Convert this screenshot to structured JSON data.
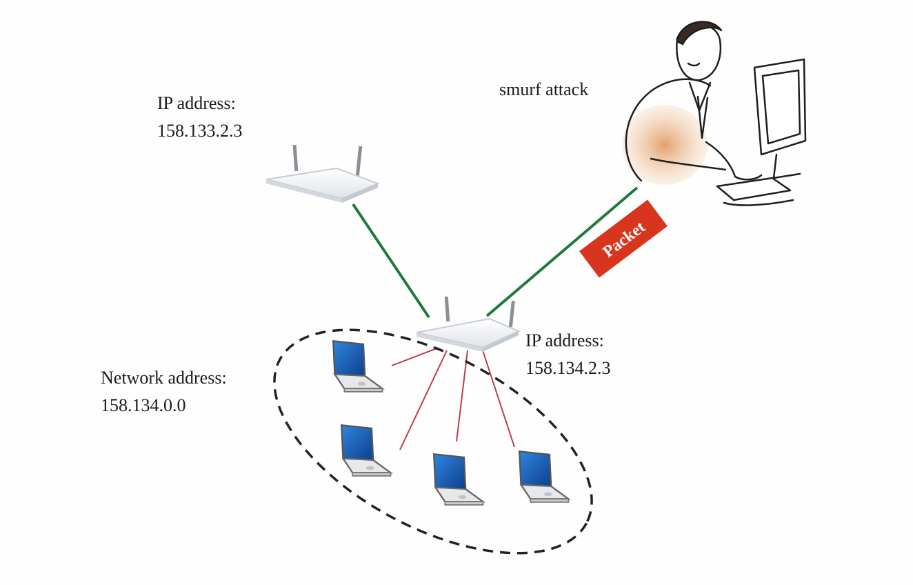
{
  "labels": {
    "top_router": {
      "line1": "IP address:",
      "line2": "158.133.2.3"
    },
    "attacker": "smurf attack",
    "bottom_router": {
      "line1": "IP address:",
      "line2": "158.134.2.3"
    },
    "network": {
      "line1": "Network address:",
      "line2": "158.134.0.0"
    },
    "packet": "Packet"
  },
  "colors": {
    "wan_link": "#1f7a3a",
    "lan_link": "#c0394a",
    "packet_fill": "#d8351f",
    "laptop_screen": "#1b5fb8",
    "attacker_skin": "#d9955f"
  },
  "icons": {
    "router": "wireless-router-icon",
    "laptop": "laptop-icon",
    "attacker": "person-at-computer-icon"
  }
}
